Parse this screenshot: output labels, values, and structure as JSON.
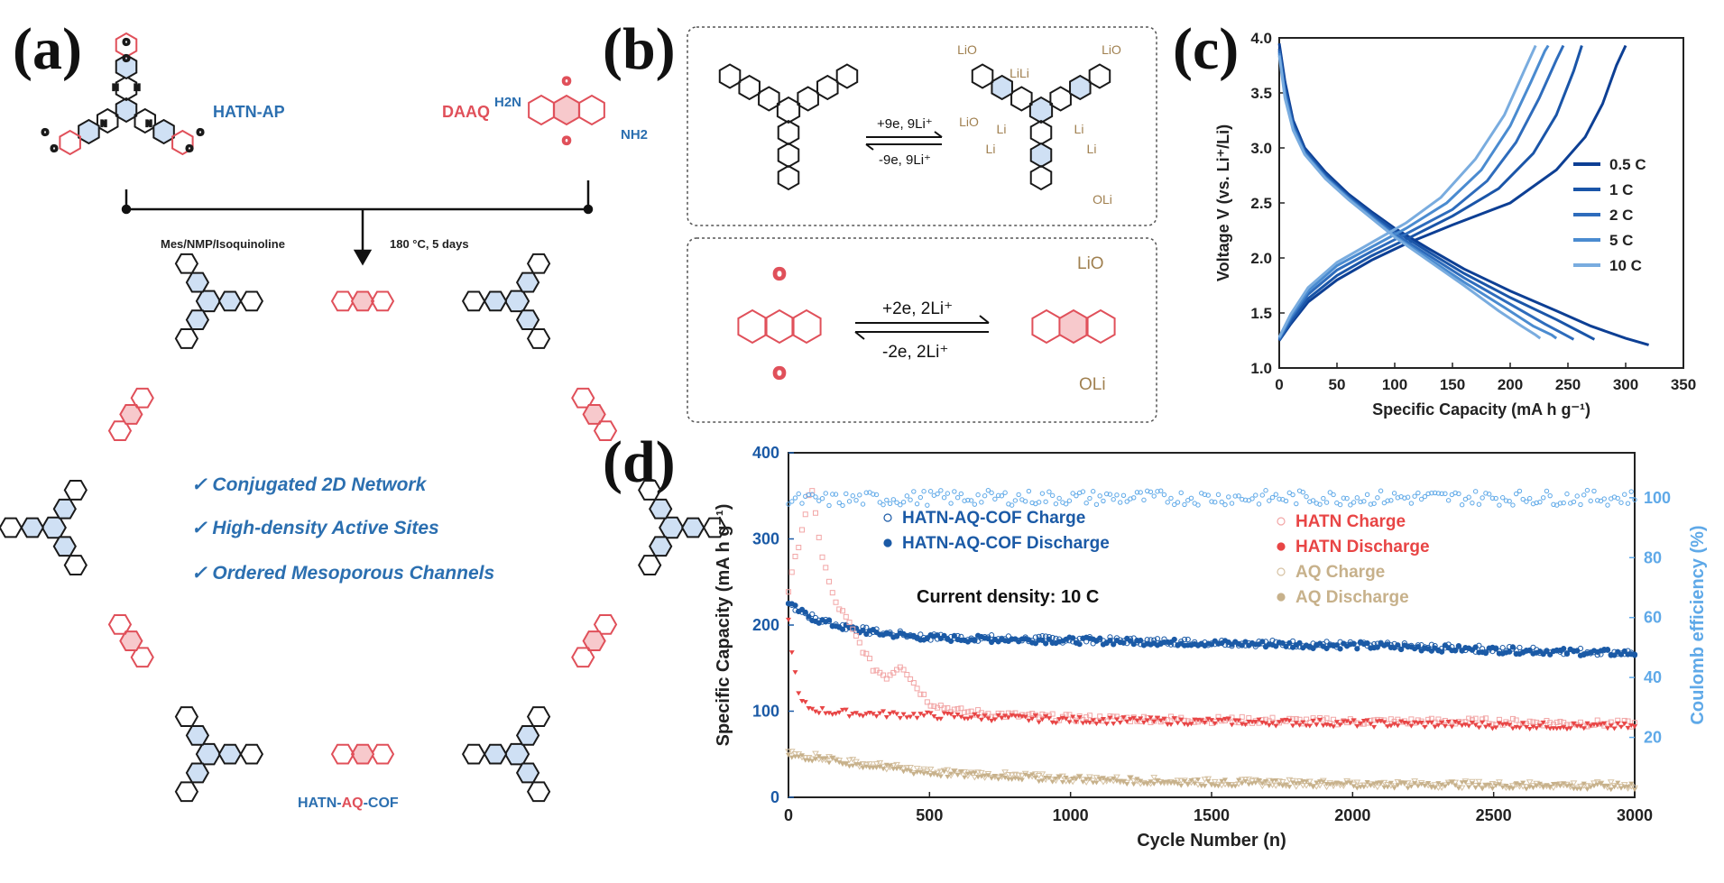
{
  "panels": {
    "a": "(a)",
    "b": "(b)",
    "c": "(c)",
    "d": "(d)"
  },
  "panel_a": {
    "monomer1": "HATN-AP",
    "monomer2": "DAAQ",
    "nh2_left": "H2N",
    "nh2_right": "NH2",
    "condition_left": "Mes/NMP/Isoquinoline",
    "condition_right": "180 °C, 5 days",
    "features": [
      "✓ Conjugated 2D Network",
      "✓ High-density Active Sites",
      "✓ Ordered Mesoporous Channels"
    ],
    "product_parts": [
      "HATN-",
      "AQ",
      "-COF"
    ],
    "colors": {
      "blue": "#2b6fb0",
      "red": "#e0505a",
      "dark": "#1a1a1a"
    }
  },
  "panel_b": {
    "top_forward": "+9e, 9Li⁺",
    "top_reverse": "-9e, 9Li⁺",
    "bottom_forward": "+2e, 2Li⁺",
    "bottom_reverse": "-2e, 2Li⁺",
    "li_labels": [
      "LiO",
      "LiLi",
      "LiO",
      "LiO",
      "Li",
      "Li",
      "Li",
      "Li",
      "OLi"
    ],
    "aq_labels": [
      "LiO",
      "OLi"
    ]
  },
  "chart_data": [
    {
      "type": "line",
      "panel": "c",
      "xlabel": "Specific Capacity (mA h g⁻¹)",
      "ylabel": "Voltage V (vs. Li⁺/Li)",
      "xlim": [
        0,
        350
      ],
      "ylim": [
        1.0,
        4.0
      ],
      "xticks": [
        "0",
        "50",
        "100",
        "150",
        "200",
        "250",
        "300",
        "350"
      ],
      "yticks": [
        "1.0",
        "1.5",
        "2.0",
        "2.5",
        "3.0",
        "3.5",
        "4.0"
      ],
      "legend_position": "right",
      "series": [
        {
          "name": "0.5 C",
          "color": "#0d3f94",
          "discharge": [
            [
              0,
              3.95
            ],
            [
              5,
              3.6
            ],
            [
              12,
              3.25
            ],
            [
              22,
              3.0
            ],
            [
              40,
              2.78
            ],
            [
              60,
              2.58
            ],
            [
              80,
              2.42
            ],
            [
              100,
              2.27
            ],
            [
              130,
              2.08
            ],
            [
              160,
              1.9
            ],
            [
              200,
              1.7
            ],
            [
              240,
              1.52
            ],
            [
              270,
              1.38
            ],
            [
              300,
              1.27
            ],
            [
              320,
              1.21
            ]
          ],
          "charge": [
            [
              0,
              1.25
            ],
            [
              10,
              1.4
            ],
            [
              25,
              1.6
            ],
            [
              50,
              1.8
            ],
            [
              80,
              1.98
            ],
            [
              110,
              2.13
            ],
            [
              150,
              2.3
            ],
            [
              200,
              2.5
            ],
            [
              240,
              2.8
            ],
            [
              265,
              3.1
            ],
            [
              280,
              3.4
            ],
            [
              292,
              3.75
            ],
            [
              300,
              3.93
            ]
          ]
        },
        {
          "name": "1 C",
          "color": "#1a55a8",
          "discharge": [
            [
              0,
              3.9
            ],
            [
              5,
              3.55
            ],
            [
              12,
              3.22
            ],
            [
              22,
              2.98
            ],
            [
              40,
              2.76
            ],
            [
              60,
              2.56
            ],
            [
              80,
              2.4
            ],
            [
              100,
              2.25
            ],
            [
              130,
              2.05
            ],
            [
              160,
              1.86
            ],
            [
              200,
              1.64
            ],
            [
              240,
              1.44
            ],
            [
              262,
              1.32
            ],
            [
              273,
              1.26
            ]
          ],
          "charge": [
            [
              0,
              1.25
            ],
            [
              10,
              1.42
            ],
            [
              25,
              1.63
            ],
            [
              50,
              1.84
            ],
            [
              80,
              2.02
            ],
            [
              110,
              2.17
            ],
            [
              150,
              2.38
            ],
            [
              190,
              2.63
            ],
            [
              220,
              2.95
            ],
            [
              240,
              3.3
            ],
            [
              255,
              3.7
            ],
            [
              262,
              3.93
            ]
          ]
        },
        {
          "name": "2 C",
          "color": "#2e6cbc",
          "discharge": [
            [
              0,
              3.88
            ],
            [
              5,
              3.5
            ],
            [
              12,
              3.2
            ],
            [
              22,
              2.96
            ],
            [
              40,
              2.74
            ],
            [
              60,
              2.55
            ],
            [
              80,
              2.38
            ],
            [
              100,
              2.22
            ],
            [
              130,
              2.02
            ],
            [
              160,
              1.82
            ],
            [
              200,
              1.58
            ],
            [
              230,
              1.4
            ],
            [
              248,
              1.3
            ],
            [
              255,
              1.26
            ]
          ],
          "charge": [
            [
              0,
              1.26
            ],
            [
              10,
              1.45
            ],
            [
              25,
              1.67
            ],
            [
              50,
              1.89
            ],
            [
              80,
              2.06
            ],
            [
              110,
              2.22
            ],
            [
              150,
              2.44
            ],
            [
              180,
              2.7
            ],
            [
              205,
              3.05
            ],
            [
              225,
              3.45
            ],
            [
              240,
              3.8
            ],
            [
              246,
              3.93
            ]
          ]
        },
        {
          "name": "5 C",
          "color": "#4a8bd0",
          "discharge": [
            [
              0,
              3.86
            ],
            [
              5,
              3.48
            ],
            [
              12,
              3.18
            ],
            [
              22,
              2.95
            ],
            [
              40,
              2.73
            ],
            [
              60,
              2.54
            ],
            [
              80,
              2.37
            ],
            [
              100,
              2.2
            ],
            [
              130,
              1.99
            ],
            [
              160,
              1.78
            ],
            [
              195,
              1.55
            ],
            [
              220,
              1.38
            ],
            [
              236,
              1.3
            ],
            [
              240,
              1.27
            ]
          ],
          "charge": [
            [
              0,
              1.27
            ],
            [
              10,
              1.47
            ],
            [
              25,
              1.7
            ],
            [
              50,
              1.93
            ],
            [
              80,
              2.1
            ],
            [
              110,
              2.27
            ],
            [
              145,
              2.5
            ],
            [
              175,
              2.8
            ],
            [
              200,
              3.2
            ],
            [
              218,
              3.6
            ],
            [
              230,
              3.88
            ],
            [
              233,
              3.93
            ]
          ]
        },
        {
          "name": "10 C",
          "color": "#79acdf",
          "discharge": [
            [
              0,
              3.84
            ],
            [
              5,
              3.45
            ],
            [
              12,
              3.16
            ],
            [
              22,
              2.94
            ],
            [
              40,
              2.72
            ],
            [
              60,
              2.53
            ],
            [
              80,
              2.36
            ],
            [
              100,
              2.19
            ],
            [
              130,
              1.97
            ],
            [
              160,
              1.75
            ],
            [
              190,
              1.52
            ],
            [
              210,
              1.38
            ],
            [
              222,
              1.3
            ],
            [
              226,
              1.27
            ]
          ],
          "charge": [
            [
              0,
              1.28
            ],
            [
              10,
              1.49
            ],
            [
              25,
              1.73
            ],
            [
              50,
              1.96
            ],
            [
              80,
              2.14
            ],
            [
              110,
              2.32
            ],
            [
              140,
              2.55
            ],
            [
              170,
              2.9
            ],
            [
              195,
              3.3
            ],
            [
              212,
              3.7
            ],
            [
              222,
              3.93
            ]
          ]
        }
      ]
    },
    {
      "type": "scatter",
      "panel": "d",
      "xlabel": "Cycle Number (n)",
      "ylabel": "Specific Capacity (mA h g⁻¹)",
      "y2label": "Coulomb efficiency (%)",
      "xlim": [
        0,
        3000
      ],
      "ylim": [
        0,
        400
      ],
      "y2lim": [
        0,
        115
      ],
      "xticks": [
        "0",
        "500",
        "1000",
        "1500",
        "2000",
        "2500",
        "3000"
      ],
      "yticks": [
        "0",
        "100",
        "200",
        "300",
        "400"
      ],
      "y2ticks": [
        "20",
        "40",
        "60",
        "80",
        "100"
      ],
      "annotation": "Current density: 10 C",
      "series": [
        {
          "name": "HATN-AQ-COF Charge",
          "color": "#1b5aa6",
          "marker": "open-circle",
          "points": [
            [
              0,
              225
            ],
            [
              50,
              215
            ],
            [
              100,
              207
            ],
            [
              200,
              198
            ],
            [
              300,
              192
            ],
            [
              500,
              186
            ],
            [
              1000,
              183
            ],
            [
              1500,
              180
            ],
            [
              2000,
              177
            ],
            [
              2500,
              172
            ],
            [
              3000,
              168
            ]
          ]
        },
        {
          "name": "HATN-AQ-COF Discharge",
          "color": "#1b5aa6",
          "marker": "half-circle",
          "points": [
            [
              0,
              224
            ],
            [
              50,
              214
            ],
            [
              100,
              206
            ],
            [
              200,
              197
            ],
            [
              300,
              191
            ],
            [
              500,
              185
            ],
            [
              1000,
              182
            ],
            [
              1500,
              179
            ],
            [
              2000,
              176
            ],
            [
              2500,
              171
            ],
            [
              3000,
              167
            ]
          ]
        },
        {
          "name": "HATN Charge",
          "color": "#f2a6a6",
          "marker": "open-square",
          "points": [
            [
              40,
              300
            ],
            [
              80,
              360
            ],
            [
              120,
              280
            ],
            [
              160,
              230
            ],
            [
              200,
              210
            ],
            [
              250,
              180
            ],
            [
              300,
              150
            ],
            [
              350,
              140
            ],
            [
              400,
              155
            ],
            [
              450,
              130
            ],
            [
              500,
              110
            ],
            [
              600,
              100
            ],
            [
              800,
              95
            ],
            [
              1000,
              92
            ],
            [
              1500,
              90
            ],
            [
              2000,
              88
            ],
            [
              2500,
              88
            ],
            [
              3000,
              85
            ]
          ]
        },
        {
          "name": "HATN Discharge",
          "color": "#e84545",
          "marker": "filled-triangle",
          "points": [
            [
              0,
              205
            ],
            [
              20,
              150
            ],
            [
              40,
              112
            ],
            [
              80,
              103
            ],
            [
              150,
              99
            ],
            [
              300,
              97
            ],
            [
              500,
              95
            ],
            [
              1000,
              90
            ],
            [
              1500,
              88
            ],
            [
              2000,
              86
            ],
            [
              2500,
              84
            ],
            [
              3000,
              82
            ]
          ]
        },
        {
          "name": "AQ Charge",
          "color": "#d6c2a3",
          "marker": "open-triangle",
          "points": [
            [
              0,
              52
            ],
            [
              100,
              48
            ],
            [
              200,
              42
            ],
            [
              500,
              30
            ],
            [
              1000,
              22
            ],
            [
              1500,
              18
            ],
            [
              2000,
              16
            ],
            [
              2500,
              15
            ],
            [
              3000,
              14
            ]
          ]
        },
        {
          "name": "AQ Discharge",
          "color": "#c7b18b",
          "marker": "filled-triangle",
          "points": [
            [
              0,
              48
            ],
            [
              100,
              45
            ],
            [
              200,
              40
            ],
            [
              500,
              28
            ],
            [
              1000,
              21
            ],
            [
              1500,
              17
            ],
            [
              2000,
              15
            ],
            [
              2500,
              14
            ],
            [
              3000,
              13
            ]
          ]
        },
        {
          "name": "Coulomb efficiency",
          "color": "#5fa9e8",
          "axis": "right",
          "points": [
            [
              0,
              99
            ],
            [
              500,
              100
            ],
            [
              1000,
              100
            ],
            [
              1500,
              100
            ],
            [
              1760,
              100
            ],
            [
              2000,
              100
            ],
            [
              2500,
              100
            ],
            [
              3000,
              100
            ]
          ]
        }
      ]
    }
  ]
}
